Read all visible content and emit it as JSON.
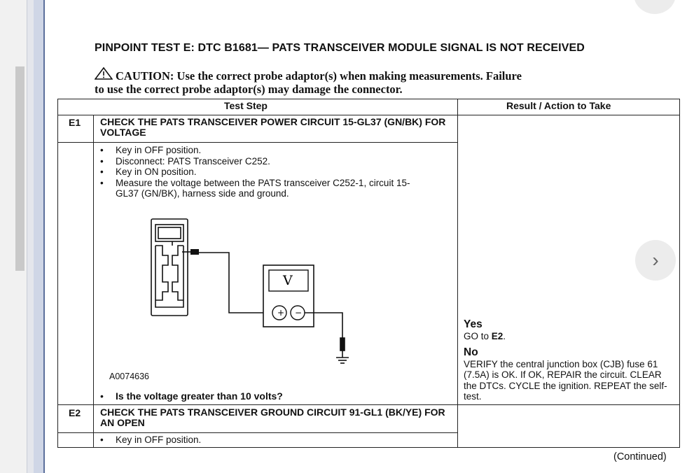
{
  "document": {
    "title": "PINPOINT TEST  E: DTC B1681— PATS TRANSCEIVER MODULE SIGNAL IS NOT RECEIVED",
    "caution_line1": "CAUTION: Use the correct probe adaptor(s) when making measurements. Failure",
    "caution_line2": "to use the correct probe adaptor(s) may damage the connector.",
    "continued": "(Continued)"
  },
  "table": {
    "header_step": "Test Step",
    "header_result": "Result / Action to Take",
    "e1": {
      "id": "E1",
      "title": "CHECK THE PATS TRANSCEIVER POWER CIRCUIT 15-GL37 (GN/BK) FOR VOLTAGE",
      "bullets": [
        "Key in OFF position.",
        "Disconnect: PATS Transceiver C252.",
        "Key in ON position.",
        "Measure the voltage between the PATS transceiver C252-1, circuit 15-GL37 (GN/BK), harness side and ground."
      ],
      "figure_code": "A0074636",
      "meter_label": "V",
      "question": "Is the voltage greater than 10 volts?",
      "yes_label": "Yes",
      "yes_text_prefix": "GO to ",
      "yes_text_target": "E2",
      "yes_text_suffix": ".",
      "no_label": "No",
      "no_text": "VERIFY the central junction box (CJB) fuse 61 (7.5A) is OK. If OK, REPAIR the circuit. CLEAR the DTCs. CYCLE the ignition. REPEAT the self-test."
    },
    "e2": {
      "id": "E2",
      "title": "CHECK THE PATS TRANSCEIVER GROUND CIRCUIT 91-GL1 (BK/YE) FOR AN OPEN",
      "bullets": [
        "Key in OFF position."
      ]
    }
  },
  "viewer": {
    "next_icon": "chevron-right-icon",
    "next_glyph": "›"
  }
}
